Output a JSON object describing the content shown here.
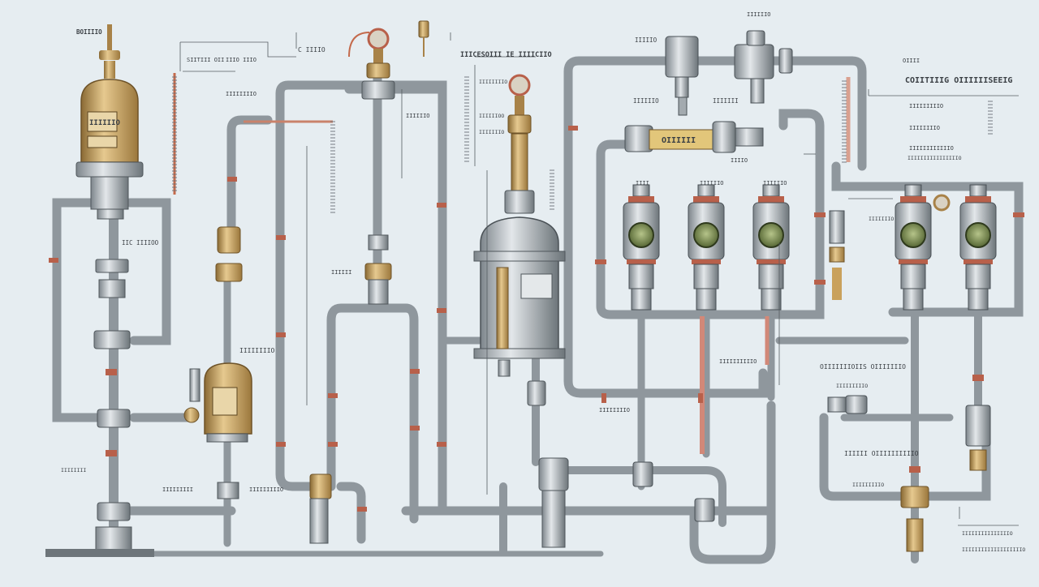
{
  "labels": {
    "left_top_1": "BOIIIIO",
    "left_top_2": "SIITIII OII",
    "left_top_3": "IIIO IIIO",
    "left_top_4": "C IIIIO",
    "left_tank_plate": "IIIIIIO",
    "center_header": "IIICESOIII IE IIIICIIO",
    "center_small_1": "IIIIIIIIO",
    "center_small_2": "IIIIIIOO",
    "center_small_3": "IIIIIIIO",
    "small_tank": "IIIIIIIIO",
    "mid_left_1": "IIC IIIIOO",
    "mid_left_2": "IIIIIIIIO",
    "mid_left_3": "IIIIIIO",
    "bottom_left_1": "IIIIIIII",
    "bottom_left_2": "IIIIIIIII",
    "bottom_left_3": "IIIIIIIIIO",
    "top_center_1": "IIIIIIO",
    "top_valve_1": "IIIIIO",
    "top_valve_2": "IIIIIIO",
    "mid_valve_1": "IIIIIII",
    "mid_valve_2": "IIIIO",
    "gauge_title": "OIIIIII",
    "right_title": "COIITIIIG OIIIIIISEEIG",
    "right_legend_1": "IIIIIIIIIO",
    "right_legend_2": "IIIIIIIIO",
    "right_legend_3": "IIIIIIIIIIIIO",
    "right_legend_4": "IIIIIIIIIIIIIIIIO",
    "right_small_1": "OIIII",
    "right_mid_1": "OIIIIIIIOIIS OIIIIIIIO",
    "right_mid_2": "IIIIIIIIIO",
    "right_mid_3": "IIIIIIIO",
    "right_bottom_1": "IIIIII OIIIIIIIIIIO",
    "right_bottom_2": "IIIIIIIIIO",
    "right_notes_1": "IIIIIIIIIIIIIIIO",
    "right_notes_2": "IIIIIIIIIIIIIIIIIIIO",
    "bottom_center_1": "IIIIIIIIO",
    "bottom_center_2": "IIIIIIIIIIO",
    "label_ii": "IIIIII",
    "gauge_row_label_1": "IIII",
    "gauge_row_label_2": "IIIIIIO",
    "gauge_row_label_3": "IIIIIIO"
  },
  "colors": {
    "background": "#e6edf1",
    "pipe": "#8f979d",
    "pipe_light": "#c9cfd3",
    "brass": "#c9a15c",
    "copper": "#c46a4c",
    "red_line": "#c0594a",
    "gauge_green": "#7b8e4e"
  }
}
